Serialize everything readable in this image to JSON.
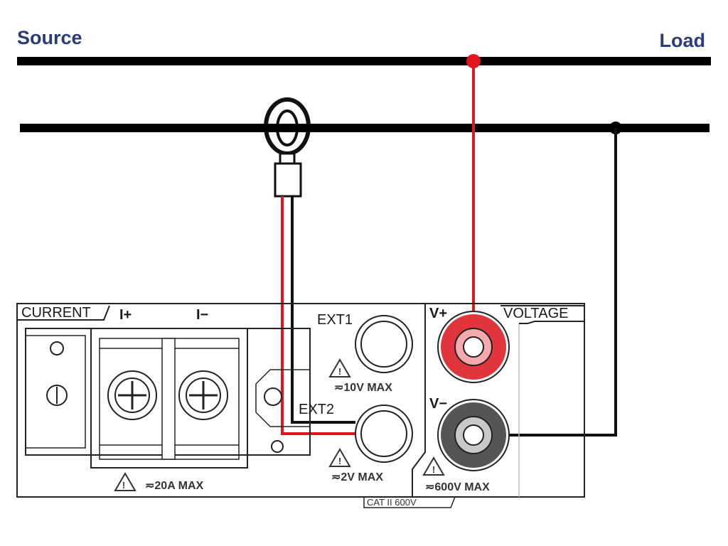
{
  "bus": {
    "source_label": "Source",
    "load_label": "Load"
  },
  "panel": {
    "current_label": "CURRENT",
    "i_plus_label": "I+",
    "i_minus_label": "I−",
    "current_rating": "≂20A MAX",
    "ext1_label": "EXT1",
    "ext1_rating": "≂10V MAX",
    "ext2_label": "EXT2",
    "ext2_rating": "≂2V MAX",
    "voltage_label": "VOLTAGE",
    "v_plus_label": "V+",
    "v_minus_label": "V−",
    "voltage_rating": "≂600V MAX",
    "category_label": "CAT II 600V"
  },
  "colors": {
    "title_text": "#2b3a7a",
    "bus_line": "#000000",
    "red_wire": "#e3161f",
    "black_wire": "#111111",
    "red_jack": "#e0353d",
    "black_jack": "#555555"
  }
}
